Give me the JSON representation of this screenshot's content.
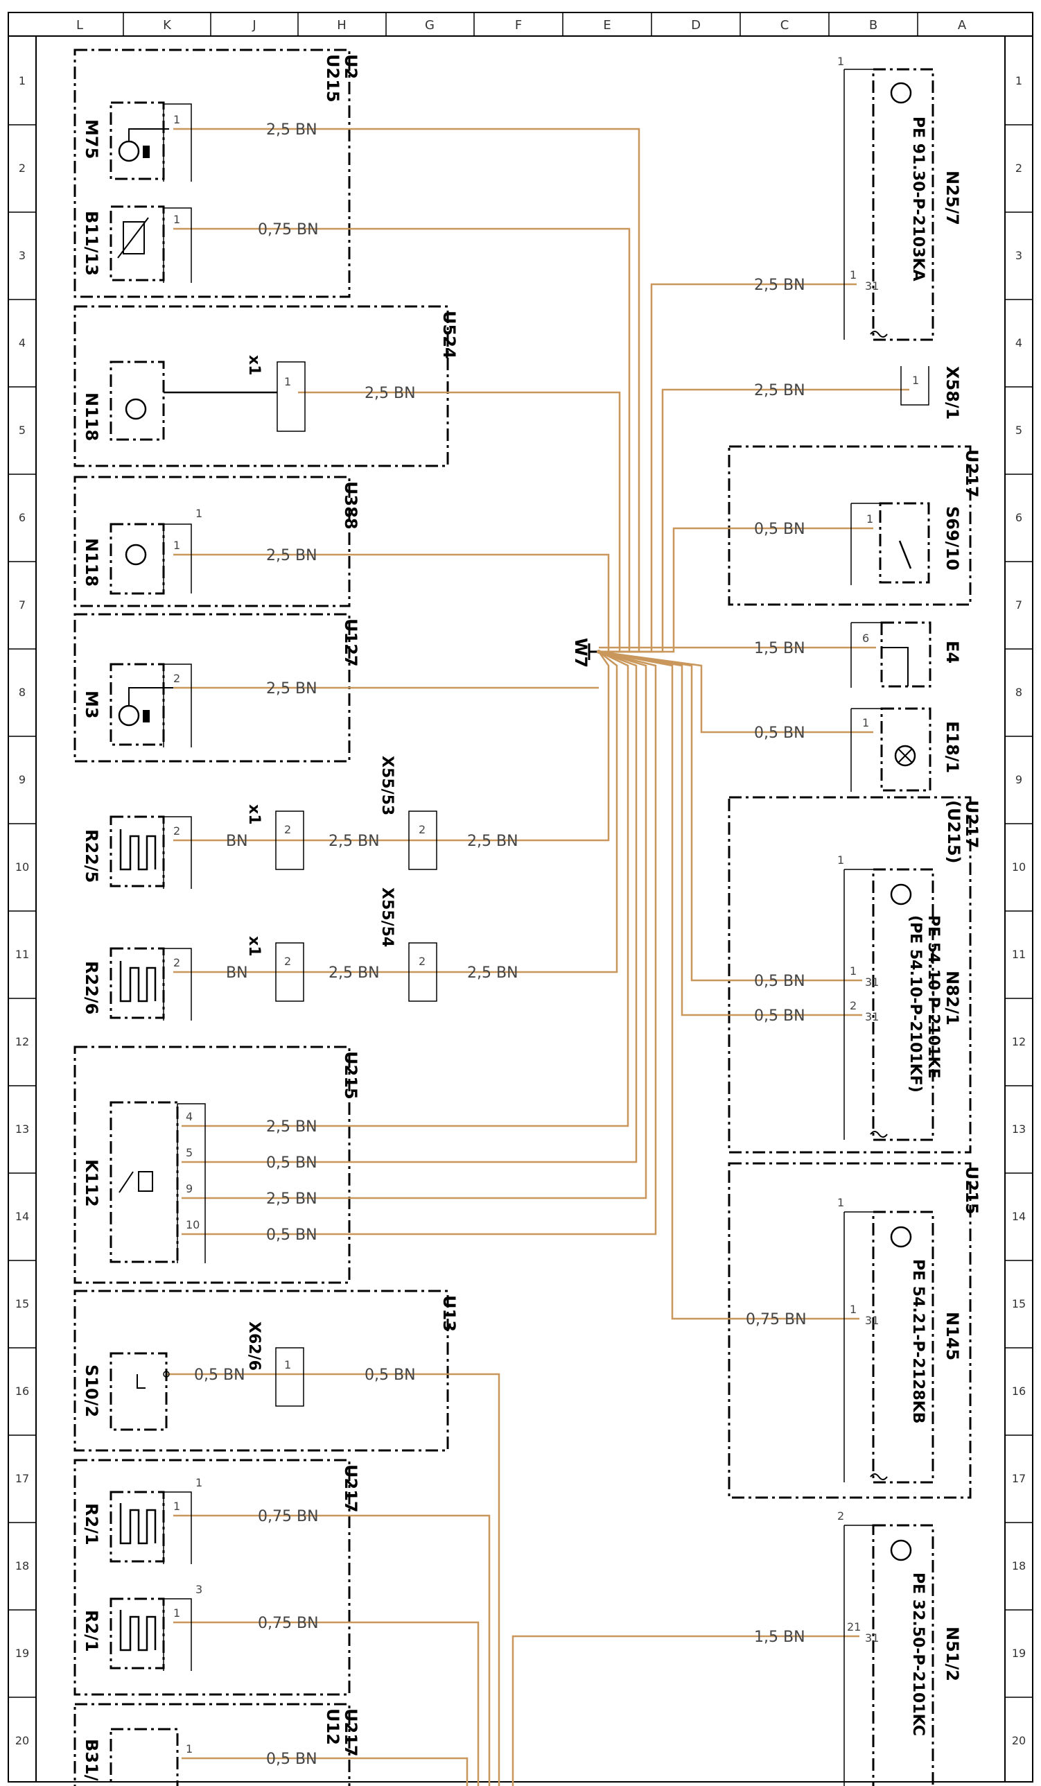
{
  "colors": {
    "wire": "#c9975b",
    "line": "#000000",
    "background": "#ffffff"
  },
  "icons": [
    "motor-icon",
    "sensor-icon",
    "control-unit-icon",
    "heater-icon",
    "relay-icon",
    "switch-icon",
    "lamp-icon",
    "ground-icon"
  ],
  "border_letters": [
    "L",
    "K",
    "J",
    "H",
    "G",
    "F",
    "E",
    "D",
    "C",
    "B",
    "A"
  ],
  "border_numbers": [
    "1",
    "2",
    "3",
    "4",
    "5",
    "6",
    "7",
    "8",
    "9",
    "10",
    "11",
    "12",
    "13",
    "14",
    "15",
    "16",
    "17",
    "18",
    "19",
    "20"
  ],
  "splice": "W7",
  "groups": {
    "u2": "U2",
    "u215": "U215",
    "u524": "U524",
    "u388": "U388",
    "u127": "U127",
    "u215b": "U215",
    "u13": "U13",
    "u217a": "U217",
    "u217_u12": "U217",
    "u12": "U12",
    "u217_right": "U217",
    "u217b_line1": "U217",
    "u217b_line2": "(U215)",
    "u215_right": "U215"
  },
  "components": {
    "M75": "M75",
    "B11_13": "B11/13",
    "N118a": "N118",
    "N118b": "N118",
    "M3": "M3",
    "R22_5": "R22/5",
    "R22_6": "R22/6",
    "K112": "K112",
    "S10_2": "S10/2",
    "R2_1a": "R2/1",
    "R2_1b": "R2/1",
    "B31": "B31/",
    "N25_7": "N25/7",
    "X58_1": "X58/1",
    "S69_10": "S69/10",
    "E4": "E4",
    "E18_1": "E18/1",
    "N82_1": "N82/1",
    "N145": "N145",
    "N51_2": "N51/2"
  },
  "connectors": {
    "x1a": "x1",
    "x1b": "x1",
    "x1c": "x1",
    "x55_53": "X55/53",
    "x55_54": "X55/54",
    "x62_6": "X62/6"
  },
  "pe_refs": {
    "n25_7": "PE 91.30-P-2103KA",
    "n82_1a": "PE 54.10-P-2101KE",
    "n82_1b": "(PE 54.10-P-2101KF)",
    "n145": "PE 54.21-P-2128KB",
    "n51_2": "PE 32.50-P-2101KC"
  },
  "wires": {
    "m75": "2,5 BN",
    "b11": "0,75 BN",
    "n118a": "2,5 BN",
    "n118b": "2,5 BN",
    "m3": "2,5 BN",
    "r22_5a": "BN",
    "r22_5b": "2,5 BN",
    "r22_5c": "2,5 BN",
    "r22_6a": "BN",
    "r22_6b": "2,5 BN",
    "r22_6c": "2,5 BN",
    "k112_4": "2,5 BN",
    "k112_5": "0,5 BN",
    "k112_9": "2,5 BN",
    "k112_10": "0,5 BN",
    "s10a": "0,5 BN",
    "s10b": "0,5 BN",
    "r2_1a": "0,75 BN",
    "r2_1b": "0,75 BN",
    "b31": "0,5 BN",
    "n25_7": "2,5 BN",
    "x58": "2,5 BN",
    "s69": "0,5 BN",
    "e4": "1,5 BN",
    "e18": "0,5 BN",
    "n82a": "0,5 BN",
    "n82b": "0,5 BN",
    "n145": "0,75 BN",
    "n51": "1,5 BN"
  },
  "pins": {
    "m75": "1",
    "b11": "1",
    "n118a_x1": "1",
    "n118b": "1",
    "n118b_top": "1",
    "m3": "2",
    "r22_5": "2",
    "x1a": "2",
    "x55_53": "2",
    "r22_6": "2",
    "x1b": "2",
    "x55_54": "2",
    "k4": "4",
    "k5": "5",
    "k9": "9",
    "k10": "10",
    "x62": "1",
    "r2_1a": "1",
    "r2_1a_top": "1",
    "r2_1b": "1",
    "r2_1b_top": "3",
    "b31": "1",
    "n25_7_top": "1",
    "n25_7a": "1",
    "n25_7b": "31",
    "x58": "1",
    "s69": "1",
    "e4": "6",
    "e18": "1",
    "n82_top": "1",
    "n82a1": "1",
    "n82a2": "31",
    "n82b1": "2",
    "n82b2": "31",
    "n145_top": "1",
    "n145a": "1",
    "n145b": "31",
    "n51_top": "2",
    "n51a": "21",
    "n51b": "31"
  }
}
